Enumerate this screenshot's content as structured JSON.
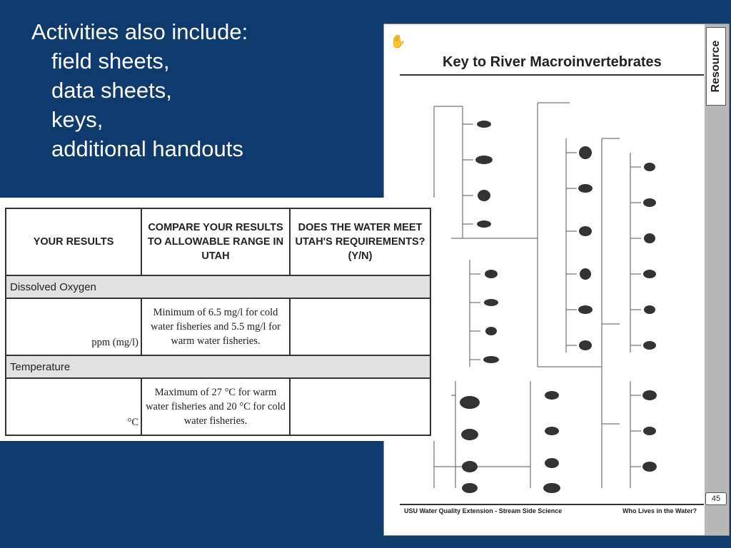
{
  "bullets": {
    "heading": "Activities also include:",
    "items": [
      "field sheets,",
      "data sheets,",
      "keys,",
      "additional handouts"
    ]
  },
  "key_document": {
    "title": "Key to River Macroinvertebrates",
    "resource_tab": "Resource",
    "page_number": "45",
    "footer_left": "USU Water Quality Extension - Stream Side Science",
    "footer_right": "Who Lives in the Water?"
  },
  "results_table": {
    "headers": [
      "YOUR RESULTS",
      "COMPARE YOUR RESULTS TO ALLOWABLE RANGE IN UTAH",
      "DOES THE WATER MEET UTAH'S REQUIREMENTS? (Y/N)"
    ],
    "sections": [
      {
        "name": "Dissolved Oxygen",
        "unit": "ppm (mg/l)",
        "range": "Minimum of 6.5 mg/l for cold water fisheries and 5.5 mg/l for warm water fisheries.",
        "answer": ""
      },
      {
        "name": "Temperature",
        "unit": "°C",
        "range": "Maximum of 27 °C for warm water fisheries and 20 °C for cold water fisheries.",
        "answer": ""
      }
    ]
  }
}
